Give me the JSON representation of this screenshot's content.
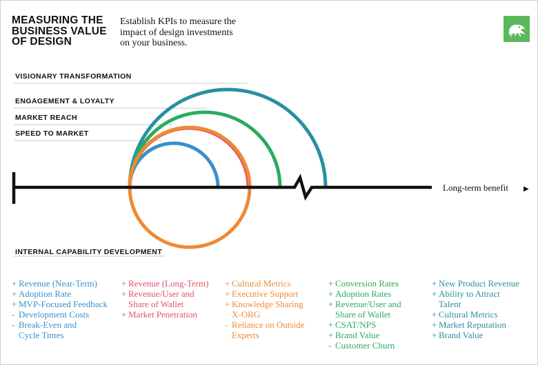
{
  "header": {
    "title_lines": [
      "MEASURING THE",
      "BUSINESS VALUE",
      "OF DESIGN"
    ],
    "subtitle_lines": [
      "Establish KPIs to measure the",
      "impact of design investments",
      "on your business."
    ]
  },
  "colors": {
    "blue": "#3a8fc9",
    "red": "#e0536a",
    "orange": "#ee8a34",
    "green": "#2bab62",
    "teal": "#2a8fa0",
    "axis": "#111111",
    "logo": "#5cb85c"
  },
  "diagram": {
    "levels": [
      {
        "label": "VISIONARY TRANSFORMATION",
        "color": "teal"
      },
      {
        "label": "ENGAGEMENT & LOYALTY",
        "color": "green"
      },
      {
        "label": "MARKET REACH",
        "color": "red"
      },
      {
        "label": "SPEED TO MARKET",
        "color": "blue"
      }
    ],
    "internal_label": "INTERNAL CAPABILITY DEVELOPMENT",
    "axis_label": "Long-term benefit",
    "axis_arrow": "▶"
  },
  "columns": [
    {
      "color": "blue",
      "items": [
        {
          "marker": "+",
          "lines": [
            "Revenue (Near-Term)"
          ]
        },
        {
          "marker": "+",
          "lines": [
            "Adoption Rate"
          ]
        },
        {
          "marker": "+",
          "lines": [
            "MVP-Focused Feedback"
          ]
        },
        {
          "marker": "-",
          "lines": [
            "Development Costs"
          ]
        },
        {
          "marker": "-",
          "lines": [
            "Break-Even and",
            "Cycle Times"
          ]
        }
      ]
    },
    {
      "color": "red",
      "items": [
        {
          "marker": "+",
          "lines": [
            "Revenue (Long-Term)"
          ]
        },
        {
          "marker": "+",
          "lines": [
            "Revenue/User and",
            "Share of Wallet"
          ]
        },
        {
          "marker": "+",
          "lines": [
            "Market Penetration"
          ]
        }
      ]
    },
    {
      "color": "orange",
      "items": [
        {
          "marker": "+",
          "lines": [
            "Cultural Metrics"
          ]
        },
        {
          "marker": "+",
          "lines": [
            "Executive Support"
          ]
        },
        {
          "marker": "+",
          "lines": [
            "Knowledge Sharing",
            "X-ORG"
          ]
        },
        {
          "marker": "-",
          "lines": [
            "Reliance on Outside",
            "Experts"
          ]
        }
      ]
    },
    {
      "color": "green",
      "items": [
        {
          "marker": "+",
          "lines": [
            "Conversion Rates"
          ]
        },
        {
          "marker": "+",
          "lines": [
            "Adoption Rates"
          ]
        },
        {
          "marker": "+",
          "lines": [
            "Revenue/User and",
            "Share of Wallet"
          ]
        },
        {
          "marker": "+",
          "lines": [
            "CSAT/NPS"
          ]
        },
        {
          "marker": "+",
          "lines": [
            "Brand Value"
          ]
        },
        {
          "marker": "-",
          "lines": [
            "Customer Churn"
          ]
        }
      ]
    },
    {
      "color": "teal",
      "items": [
        {
          "marker": "+",
          "lines": [
            "New Product Revenue"
          ]
        },
        {
          "marker": "+",
          "lines": [
            "Ability to Attract",
            "Talent"
          ]
        },
        {
          "marker": "+",
          "lines": [
            "Cultural Metrics"
          ]
        },
        {
          "marker": "+",
          "lines": [
            "Market Reputation"
          ]
        },
        {
          "marker": "+",
          "lines": [
            "Brand Value"
          ]
        }
      ]
    }
  ]
}
